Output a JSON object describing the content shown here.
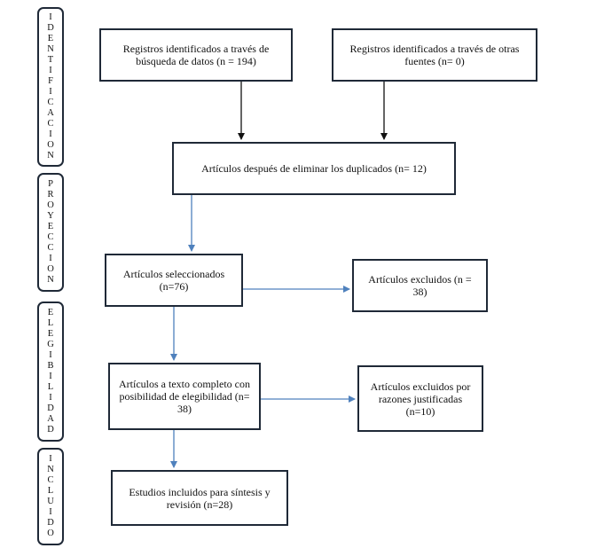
{
  "phases": [
    {
      "id": "identificacion",
      "label": "IDENTIFICACION"
    },
    {
      "id": "proyeccion",
      "label": "PROYECCION"
    },
    {
      "id": "elegibilidad",
      "label": "ELEGIBILIDAD"
    },
    {
      "id": "incluido",
      "label": "INCLUIDO"
    }
  ],
  "boxes": {
    "registros_bd": "Registros identificados a través de búsqueda de datos (n = 194)",
    "registros_otras": "Registros identificados a través de otras fuentes (n= 0)",
    "sin_duplicados": "Artículos después de eliminar los duplicados (n= 12)",
    "seleccionados": "Artículos seleccionados (n=76)",
    "excluidos": "Artículos excluidos (n = 38)",
    "texto_completo": "Artículos a texto completo con posibilidad de elegibilidad (n= 38)",
    "excluidos_razones": "Artículos excluidos por razones justificadas (n=10)",
    "incluidos": "Estudios incluidos para síntesis y revisión (n=28)"
  },
  "colors": {
    "border": "#1f2937",
    "arrow_black": "#111111",
    "arrow_blue": "#4f81bd"
  }
}
